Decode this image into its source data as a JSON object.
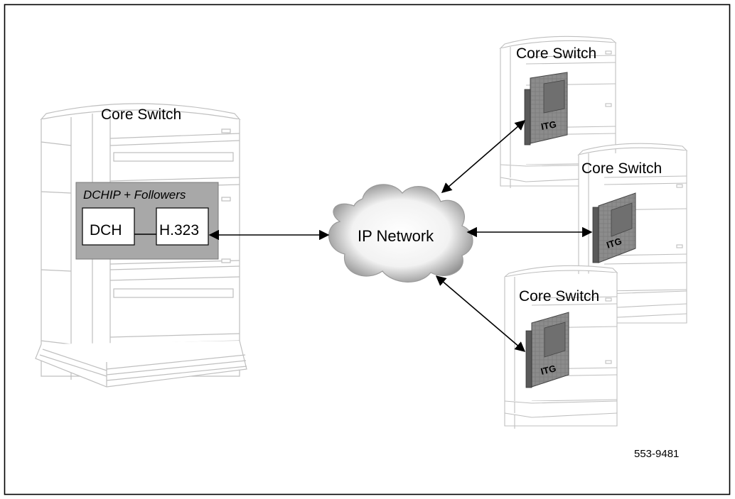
{
  "labels": {
    "main_switch": "Core Switch",
    "switch_top": "Core Switch",
    "switch_middle": "Core Switch",
    "switch_bottom": "Core Switch",
    "dchip_panel": "DCHIP + Followers",
    "dch_box": "DCH",
    "h323_box": "H.323",
    "network": "IP Network",
    "card_top": "ITG",
    "card_middle": "ITG",
    "card_bottom": "ITG",
    "figure_id": "553-9481"
  },
  "colors": {
    "frame": "#000000",
    "cabinet_fill": "#ffffff",
    "cabinet_line": "#bfbfbf",
    "panel_fill": "#a8a8a8",
    "card_fill": "#8c8c8c",
    "card_screen": "#6f6f6f",
    "cloud_edge": "#8f8f8f"
  }
}
